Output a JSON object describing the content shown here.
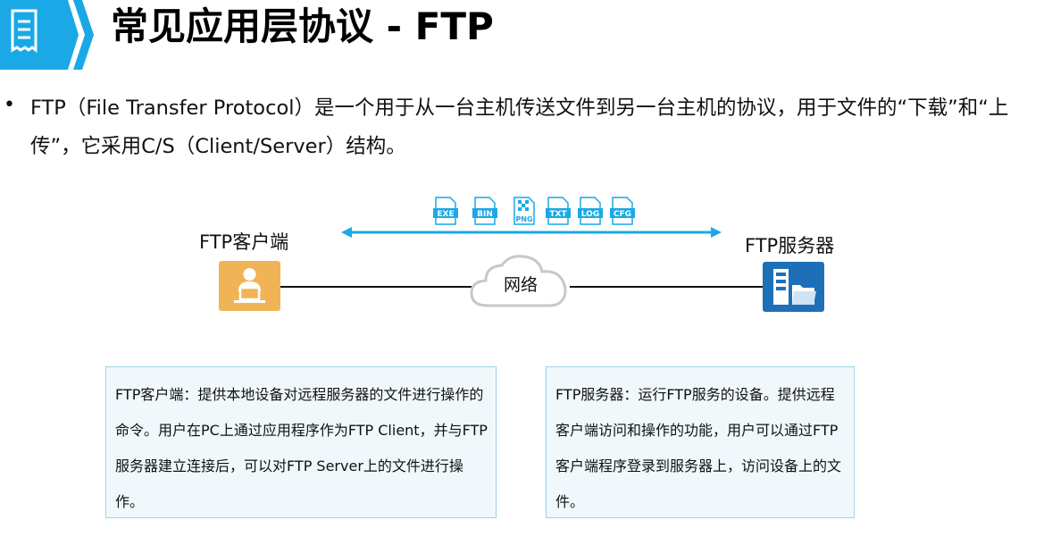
{
  "header": {
    "title": "常见应用层协议 - FTP",
    "icon": "document-list-icon",
    "accent_color": "#1aa9e6"
  },
  "bullet": {
    "text": "FTP（File Transfer Protocol）是一个用于从一台主机传送文件到另一台主机的协议，用于文件的“下载”和“上传”，它采用C/S（Client/Server）结构。"
  },
  "diagram": {
    "file_types": [
      "EXE",
      "BIN",
      "PNG",
      "TXT",
      "LOG",
      "CFG"
    ],
    "client_label": "FTP客户端",
    "server_label": "FTP服务器",
    "network_label": "网络",
    "client_icon": "user-at-computer-icon",
    "server_icon": "server-folder-icon",
    "client_color": "#f0b457",
    "server_color": "#1d6fb8",
    "arrow_color": "#1aa9e6"
  },
  "boxes": {
    "client_desc": "FTP客户端：提供本地设备对远程服务器的文件进行操作的命令。用户在PC上通过应用程序作为FTP Client，并与FTP服务器建立连接后，可以对FTP Server上的文件进行操作。",
    "server_desc": "FTP服务器：运行FTP服务的设备。提供远程客户端访问和操作的功能，用户可以通过FTP客户端程序登录到服务器上，访问设备上的文件。"
  }
}
